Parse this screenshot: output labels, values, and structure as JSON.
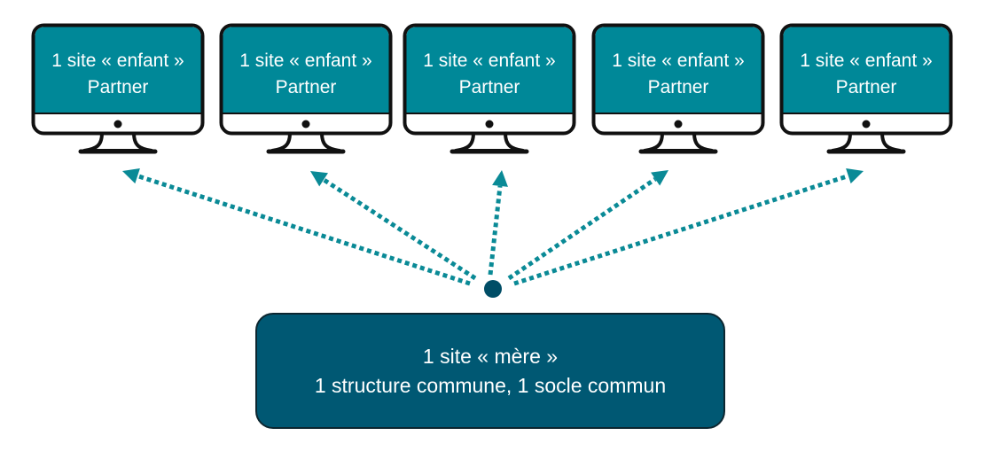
{
  "colors": {
    "screen": "#008898",
    "arrow": "#0a8a96",
    "mother_box": "#005873",
    "hub_dot": "#004d66"
  },
  "child_sites": [
    {
      "line1": "1 site « enfant »",
      "line2": "Partner"
    },
    {
      "line1": "1 site « enfant »",
      "line2": "Partner"
    },
    {
      "line1": "1 site « enfant »",
      "line2": "Partner"
    },
    {
      "line1": "1 site « enfant »",
      "line2": "Partner"
    },
    {
      "line1": "1 site « enfant »",
      "line2": "Partner"
    }
  ],
  "mother_site": {
    "line1": "1 site « mère »",
    "line2": "1 structure commune, 1 socle commun"
  }
}
